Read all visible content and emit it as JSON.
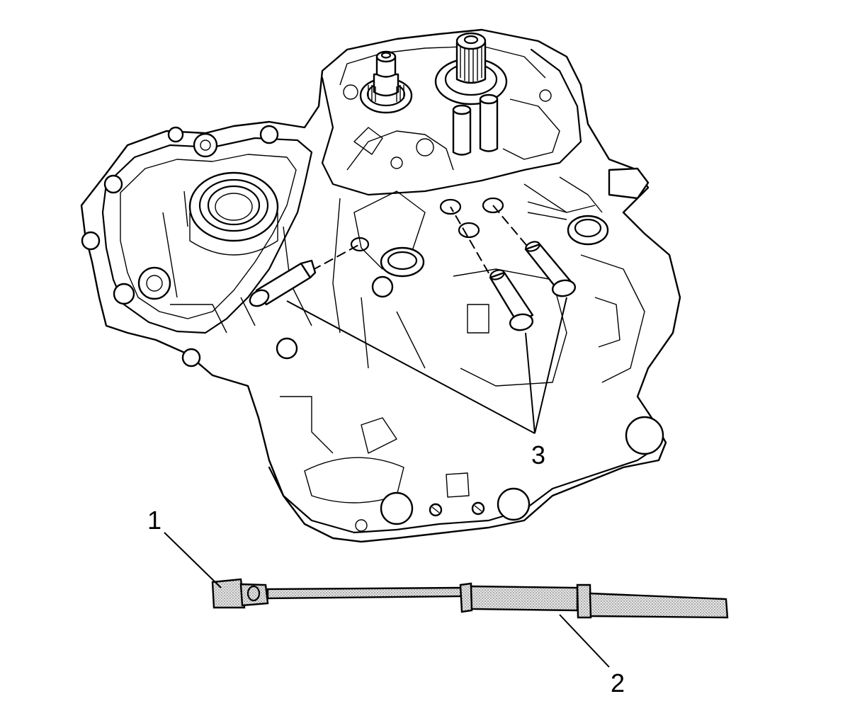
{
  "figure": {
    "callouts": {
      "tool_handle": "1",
      "tool_shaft": "2",
      "pins": "3"
    }
  }
}
